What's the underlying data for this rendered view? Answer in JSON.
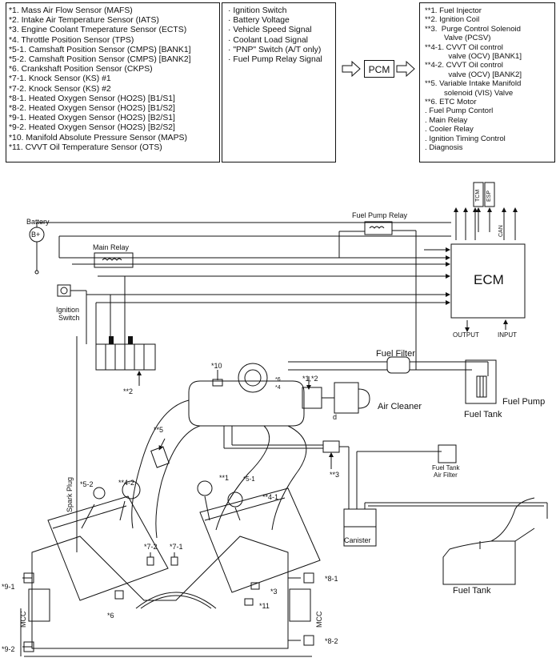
{
  "legend": {
    "inputs": [
      "*1. Mass Air Flow Sensor (MAFS)",
      "*2. Intake Air Temperature Sensor (IATS)",
      "*3. Engine Coolant Tmeperature Sensor (ECTS)",
      "*4. Throttle Position Sensor (TPS)",
      "*5-1. Camshaft Position Sensor (CMPS) [BANK1]",
      "*5-2. Camshaft Position Sensor (CMPS) [BANK2]",
      "*6. Crankshaft Position Sensor (CKPS)",
      "*7-1. Knock Sensor (KS) #1",
      "*7-2. Knock Sensor (KS) #2",
      "*8-1. Heated Oxygen Sensor (HO2S) [B1/S1]",
      "*8-2. Heated Oxygen Sensor (HO2S) [B1/S2]",
      "*9-1. Heated Oxygen Sensor (HO2S) [B2/S1]",
      "*9-2. Heated Oxygen Sensor (HO2S) [B2/S2]",
      "*10. Manifold Absolute Pressure Sensor (MAPS)",
      "*11. CVVT Oil Temperature Sensor (OTS)"
    ],
    "signals": [
      "· Ignition Switch",
      "· Battery Voltage",
      "· Vehicle Speed Signal",
      "· Coolant Load Signal",
      "· \"PNP\" Switch (A/T only)",
      "· Fuel Pump Relay Signal"
    ],
    "outputs": [
      "**1. Fuel Injector",
      "**2. Ignition Coil",
      "**3.  Purge Control Solenoid",
      "         Valve (PCSV)",
      "**4-1. CVVT Oil control",
      "           valve (OCV) [BANK1]",
      "**4-2. CVVT Oil control",
      "           valve (OCV) [BANK2]",
      "**5. Variable Intake Manifold",
      "         solenoid (VIS) Valve",
      "**6. ETC Motor",
      ". Fuel Pump Contorl",
      ". Main Relay",
      ". Cooler Relay",
      ". Ignition Timing Control",
      ". Diagnosis"
    ],
    "pcm": "PCM"
  },
  "schematic": {
    "battery": "Battery",
    "battery_symbol": "B+",
    "fuel_pump_relay": "Fuel Pump Relay",
    "main_relay": "Main Relay",
    "ignition_switch_l1": "Ignition",
    "ignition_switch_l2": "Switch",
    "ecm": "ECM",
    "tcm": "TCM",
    "esp": "ESP",
    "can": "CAN",
    "output": "OUTPUT",
    "input": "INPUT",
    "fuel_filter": "Fuel Filter",
    "fuel_pump": "Fuel Pump",
    "fuel_tank_top": "Fuel Tank",
    "air_cleaner": "Air Cleaner",
    "air_cleaner_d": "d",
    "spark_plug": "Spark Plug",
    "canister": "Canister",
    "fuel_tank_air_filter_l1": "Fuel Tank",
    "fuel_tank_air_filter_l2": "Air Filter",
    "fuel_tank_bottom": "Fuel Tank",
    "mcc": "MCC",
    "tags": {
      "t10": "*10",
      "t6": "*6",
      "t4": "*4",
      "t1_2": "*1,*2",
      "t2": "**2",
      "t5": "**5",
      "t3a": "**3",
      "t5_2": "*5-2",
      "t4_2": "**4-2",
      "t1": "**1",
      "t5_1": "*5-1",
      "t4_1": "**4-1",
      "t7_2": "*7-2",
      "t7_1": "*7-1",
      "t8_1": "*8-1",
      "t9_1": "*9-1",
      "t3": "*3",
      "t6b": "*6",
      "t11": "*11",
      "t8_2": "*8-2",
      "t9_2": "*9-2"
    }
  }
}
